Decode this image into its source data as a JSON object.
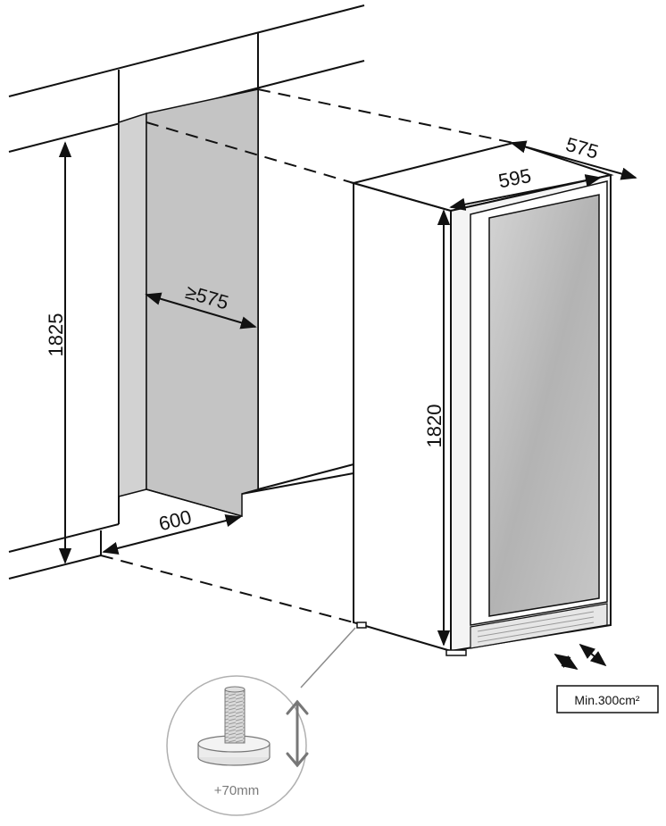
{
  "dimensions": {
    "niche_height": "1825",
    "niche_depth": "≥575",
    "niche_width": "600",
    "unit_width": "595",
    "unit_depth": "575",
    "unit_height": "1820"
  },
  "ventilation": {
    "label": "Min.300cm²"
  },
  "foot_adjustment": {
    "label": "+70mm"
  },
  "colors": {
    "cavity": "#c8c8c8",
    "line": "#111111",
    "glass": "#b9b9b9",
    "callout": "#8c8c8c"
  }
}
